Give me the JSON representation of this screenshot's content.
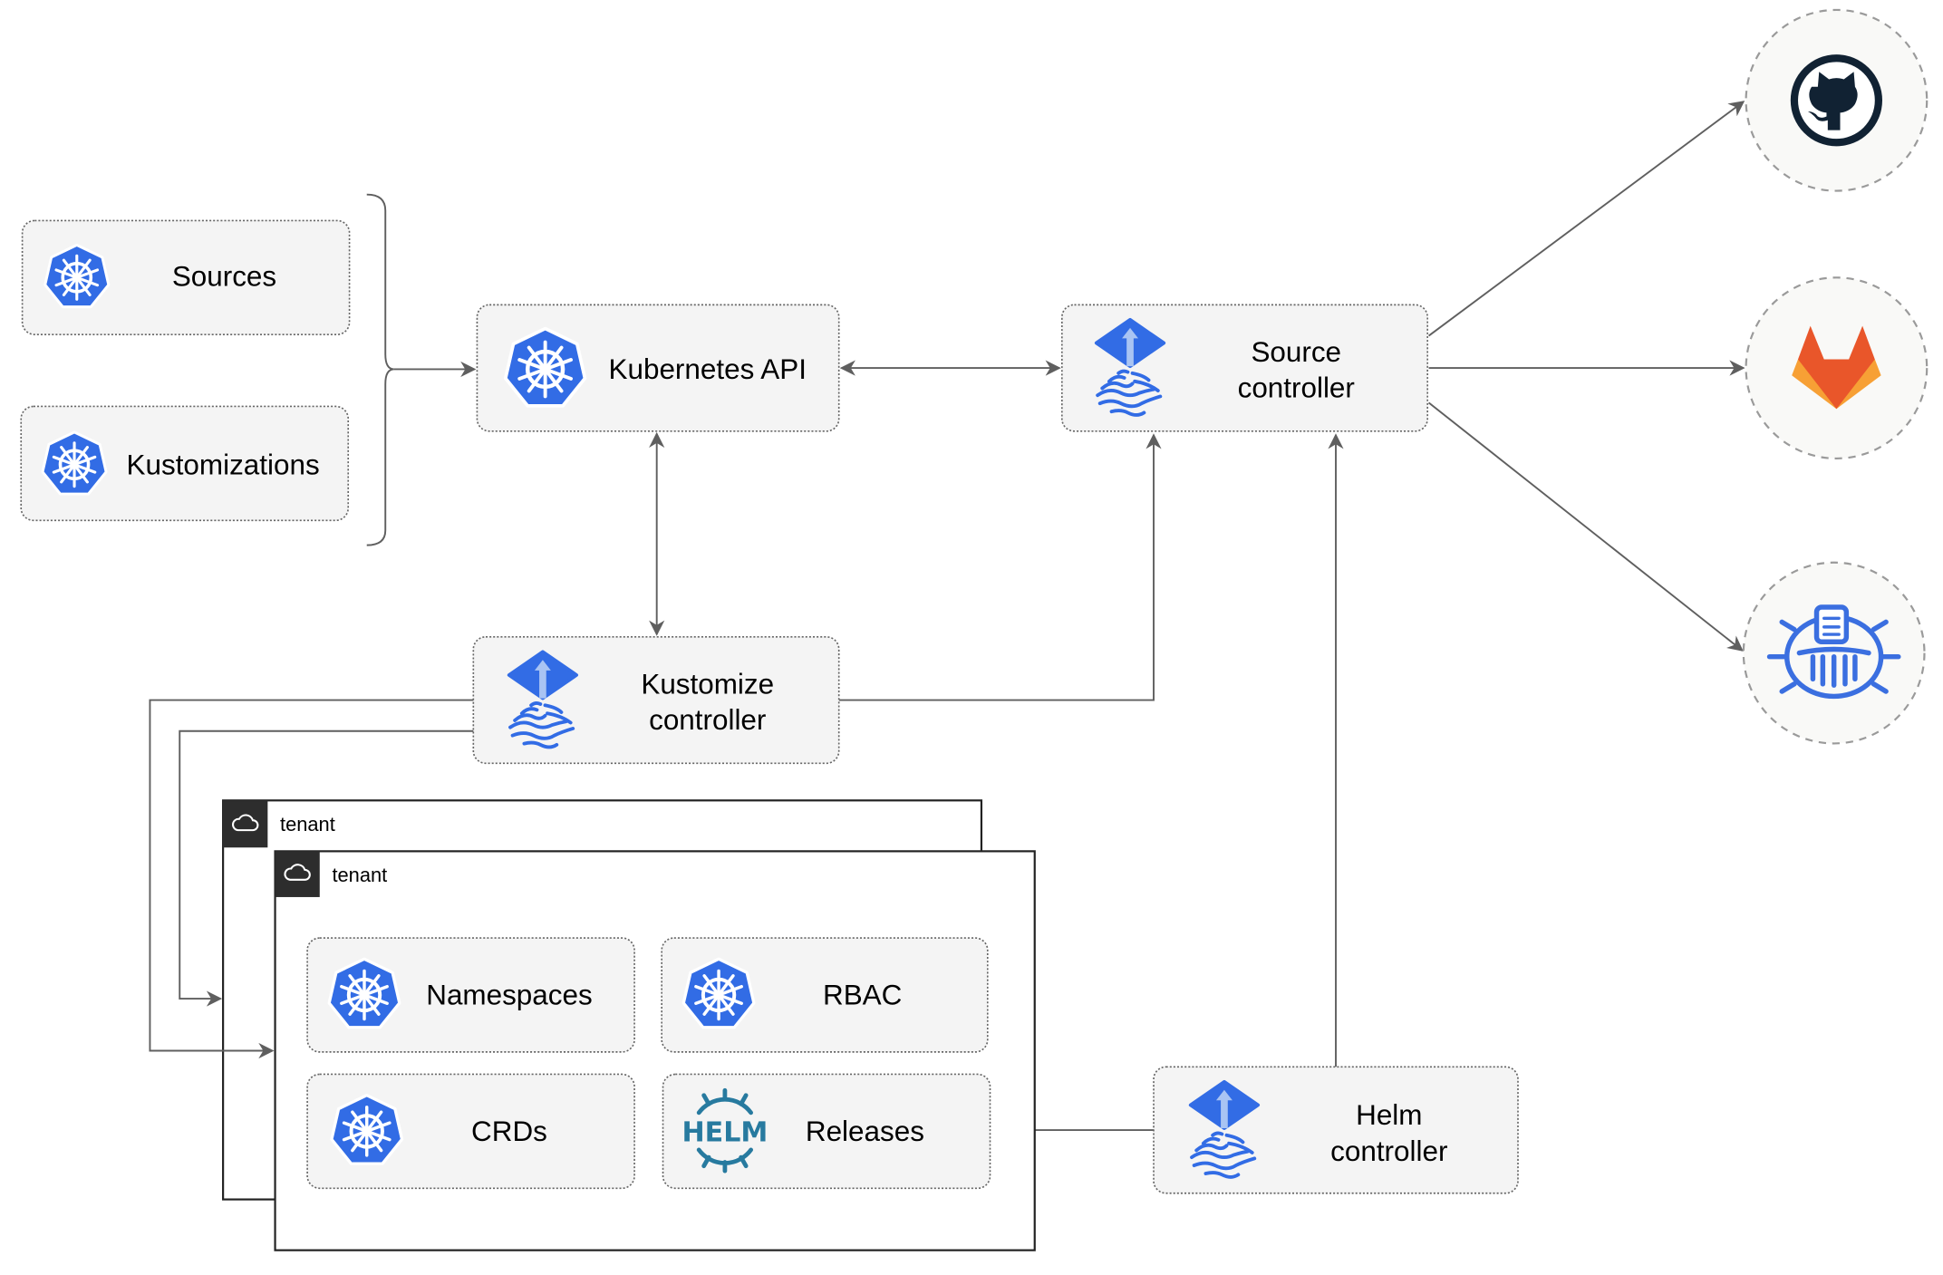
{
  "diagram": {
    "resources": [
      {
        "label": "Sources",
        "icon": "kubernetes-icon"
      },
      {
        "label": "Kustomizations",
        "icon": "kubernetes-icon"
      }
    ],
    "kubernetes_api": {
      "label": "Kubernetes API",
      "icon": "kubernetes-icon"
    },
    "source_controller": {
      "lines": [
        "Source",
        "controller"
      ],
      "icon": "flux-icon"
    },
    "kustomize_controller": {
      "lines": [
        "Kustomize",
        "controller"
      ],
      "icon": "flux-icon"
    },
    "helm_controller": {
      "lines": [
        "Helm",
        "controller"
      ],
      "icon": "flux-icon"
    },
    "external_sources": [
      {
        "icon": "github-icon"
      },
      {
        "icon": "gitlab-icon"
      },
      {
        "icon": "bucket-icon"
      }
    ],
    "tenants": [
      {
        "label": "tenant",
        "icon": "cloud-icon"
      },
      {
        "label": "tenant",
        "icon": "cloud-icon"
      }
    ],
    "tenant_items": [
      {
        "label": "Namespaces",
        "icon": "kubernetes-icon"
      },
      {
        "label": "RBAC",
        "icon": "kubernetes-icon"
      },
      {
        "label": "CRDs",
        "icon": "kubernetes-icon"
      },
      {
        "label": "Releases",
        "icon": "helm-icon",
        "logo_text": "HELM"
      }
    ],
    "colors": {
      "kubernetes_blue": "#326ce5",
      "helm_blue": "#277a9f",
      "github_dark": "#112233",
      "gitlab_orange": "#e9562a",
      "gitlab_yellow": "#f7a035",
      "box_fill": "#f4f4f4",
      "edge": "#5f5f5f"
    }
  }
}
